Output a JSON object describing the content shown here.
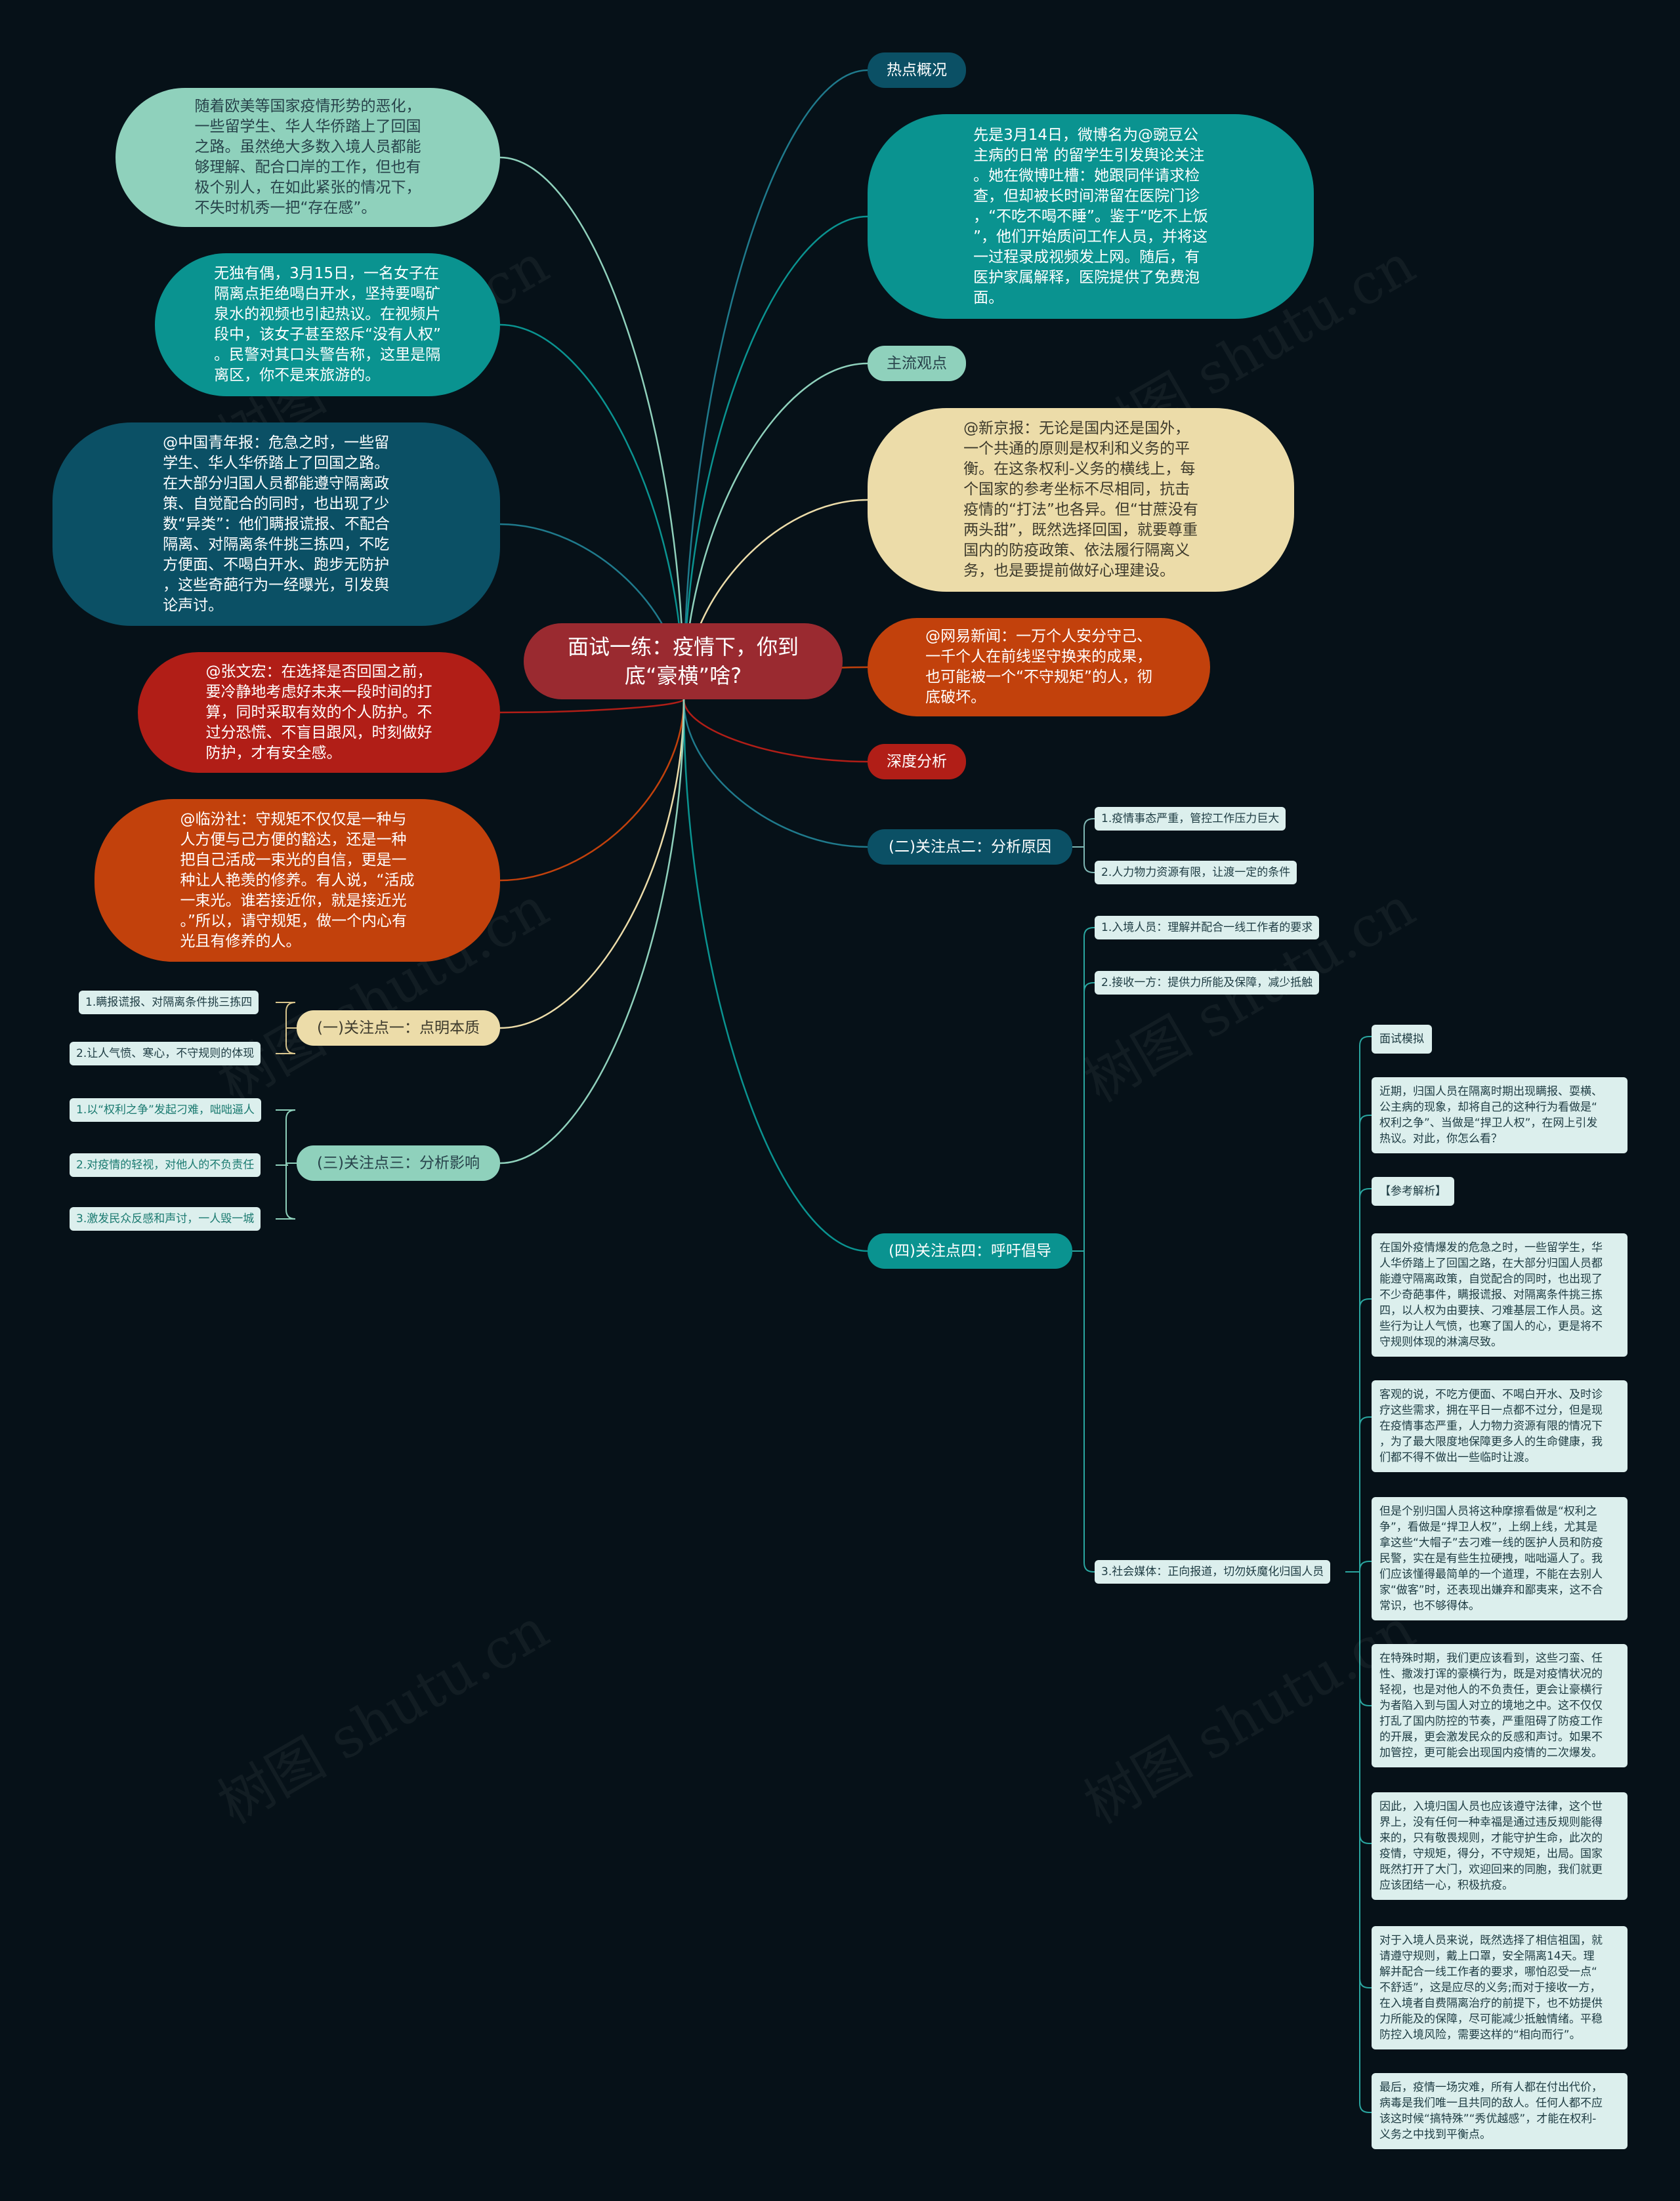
{
  "root": "面试一练：疫情下，你到底“豪横”啥?",
  "right": {
    "hotspot_label": "热点概况",
    "hotspot_text": "先是3月14日，微博名为@豌豆公\n主病的日常 的留学生引发舆论关注\n。她在微博吐槽：她跟同伴请求检\n查，但却被长时间滞留在医院门诊\n，“不吃不喝不睡”。鉴于“吃不上饭\n”，他们开始质问工作人员，并将这\n一过程录成视频发上网。随后，有\n医护家属解释，医院提供了免费泡\n面。",
    "mainstream_label": "主流观点",
    "xinjing_text": "@新京报：无论是国内还是国外，\n一个共通的原则是权利和义务的平\n衡。在这条权利-义务的横线上，每\n个国家的参考坐标不尽相同，抗击\n疫情的“打法”也各异。但“甘蔗没有\n两头甜”，既然选择回国，就要尊重\n国内的防疫政策、依法履行隔离义\n务，也是要提前做好心理建设。",
    "wangyi_text": "@网易新闻：一万个人安分守己、\n一千个人在前线坚守换来的成果，\n也可能被一个“不守规矩”的人，彻\n底破坏。",
    "depth_label": "深度分析",
    "focus2_label": "(二)关注点二：分析原因",
    "focus2_items": [
      "1.疫情事态严重，管控工作压力巨大",
      "2.人力物力资源有限，让渡一定的条件"
    ],
    "focus4_label": "(四)关注点四：呼吁倡导",
    "focus4_items": [
      "1.入境人员：理解并配合一线工作者的要求",
      "2.接收一方：提供力所能及保障，减少抵触",
      "3.社会媒体：正向报道，切勿妖魔化归国人员"
    ],
    "cards": [
      "面试模拟",
      "近期，归国人员在隔离时期出现瞒报、耍横、\n公主病的现象，却将自己的这种行为看做是“\n权利之争”、当做是“捍卫人权”，在网上引发\n热议。对此，你怎么看？",
      "【参考解析】",
      "在国外疫情爆发的危急之时，一些留学生，华\n人华侨踏上了回国之路，在大部分归国人员都\n能遵守隔离政策，自觉配合的同时，也出现了\n不少奇葩事件，瞒报谎报、对隔离条件挑三拣\n四，以人权为由要挟、刁难基层工作人员。这\n些行为让人气愤，也寒了国人的心，更是将不\n守规则体现的淋漓尽致。",
      "客观的说，不吃方便面、不喝白开水、及时诊\n疗这些需求，拥在平日一点都不过分，但是现\n在疫情事态严重，人力物力资源有限的情况下\n，为了最大限度地保障更多人的生命健康，我\n们都不得不做出一些临时让渡。",
      "但是个别归国人员将这种摩擦看做是“权利之\n争”，看做是“捍卫人权”，上纲上线，尤其是\n拿这些“大帽子”去刁难一线的医护人员和防疫\n民警，实在是有些生拉硬拽，咄咄逼人了。我\n们应该懂得最简单的一个道理，不能在去别人\n家“做客”时，还表现出嫌弃和鄙夷来，这不合\n常识，也不够得体。",
      "在特殊时期，我们更应该看到，这些刁蛮、任\n性、撒泼打诨的豪横行为，既是对疫情状况的\n轻视，也是对他人的不负责任，更会让豪横行\n为者陷入到与国人对立的境地之中。这不仅仅\n打乱了国内防控的节奏，严重阻碍了防疫工作\n的开展，更会激发民众的反感和声讨。如果不\n加管控，更可能会出现国内疫情的二次爆发。",
      "因此，入境归国人员也应该遵守法律，这个世\n界上，没有任何一种幸福是通过违反规则能得\n来的，只有敬畏规则，才能守护生命，此次的\n疫情，守规矩，得分，不守规矩，出局。国家\n既然打开了大门，欢迎回来的同胞，我们就更\n应该团结一心，积极抗疫。",
      "对于入境人员来说，既然选择了相信祖国，就\n请遵守规则，戴上口罩，安全隔离14天。理\n解并配合一线工作者的要求，哪怕忍受一点“\n不舒适”，这是应尽的义务;而对于接收一方，\n在入境者自费隔离治疗的前提下，也不妨提供\n力所能及的保障，尽可能减少抵触情绪。平稳\n防控入境风险，需要这样的“相向而行”。",
      "最后，疫情一场灾难，所有人都在付出代价，\n病毒是我们唯一且共同的敌人。任何人都不应\n该这时候“搞特殊”“秀优越感”，才能在权利-\n义务之中找到平衡点。"
    ]
  },
  "left": {
    "b1": "随着欧美等国家疫情形势的恶化，\n一些留学生、华人华侨踏上了回国\n之路。虽然绝大多数入境人员都能\n够理解、配合口岸的工作，但也有\n极个别人，在如此紧张的情况下，\n不失时机秀一把“存在感”。",
    "b2": "无独有偶，3月15日，一名女子在\n隔离点拒绝喝白开水，坚持要喝矿\n泉水的视频也引起热议。在视频片\n段中，该女子甚至怒斥“没有人权”\n。民警对其口头警告称，这里是隔\n离区，你不是来旅游的。",
    "b3": "@中国青年报：危急之时，一些留\n学生、华人华侨踏上了回国之路。\n在大部分归国人员都能遵守隔离政\n策、自觉配合的同时，也出现了少\n数“异类”：他们瞒报谎报、不配合\n隔离、对隔离条件挑三拣四，不吃\n方便面、不喝白开水、跑步无防护\n，这些奇葩行为一经曝光，引发舆\n论声讨。",
    "b4": "@张文宏：在选择是否回国之前，\n要冷静地考虑好未来一段时间的打\n算，同时采取有效的个人防护。不\n过分恐慌、不盲目跟风，时刻做好\n防护，才有安全感。",
    "b5": "@临汾社：守规矩不仅仅是一种与\n人方便与己方便的豁达，还是一种\n把自己活成一束光的自信，更是一\n种让人艳羡的修养。有人说，“活成\n一束光。谁若接近你，就是接近光\n。”所以，请守规矩，做一个内心有\n光且有修养的人。",
    "focus1_label": "(一)关注点一：点明本质",
    "focus1_items": [
      "1.瞒报谎报、对隔离条件挑三拣四",
      "2.让人气愤、寒心，不守规则的体现"
    ],
    "focus3_label": "(三)关注点三：分析影响",
    "focus3_items": [
      "1.以“权利之争”发起刁难，咄咄逼人",
      "2.对疫情的轻视，对他人的不负责任",
      "3.激发民众反感和声讨，一人毁一城"
    ]
  },
  "colors": {
    "background": "#061118",
    "root": "#9a2a30",
    "teal": "#0a9390",
    "light_teal": "#8fd1bc",
    "navy": "#0b5065",
    "red": "#b11e17",
    "orange": "#c2410c",
    "cream": "#ecdca9",
    "leaf": "#dcefed"
  },
  "watermark": "树图 shutu.cn"
}
